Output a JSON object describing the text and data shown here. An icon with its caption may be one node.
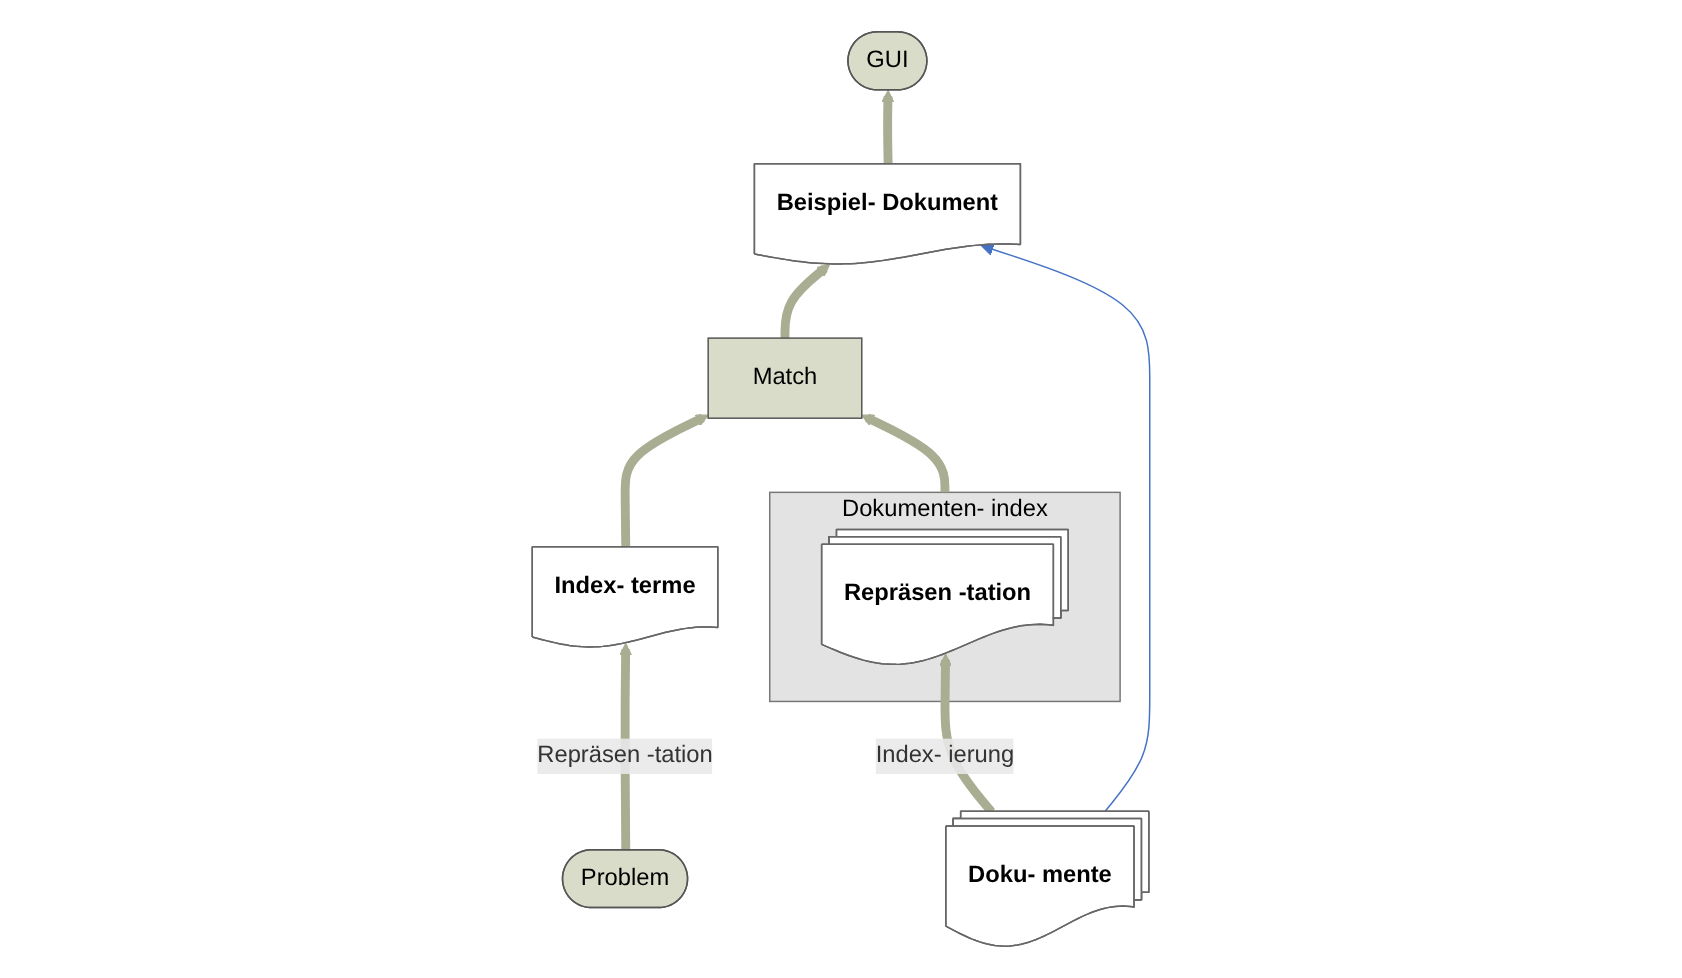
{
  "diagram": {
    "nodes": [
      {
        "text": [
          "GUI"
        ]
      },
      {
        "text": [
          "Beispiel- Dokument"
        ]
      },
      {
        "text": [
          "Match"
        ]
      },
      {
        "text": [
          "Problem"
        ]
      },
      {
        "text": [
          "Index- terme"
        ]
      },
      {
        "text": [
          "Dokumenten- index"
        ]
      },
      {
        "text": [
          "Repräsen -tation"
        ],
        "in": 5
      },
      {
        "text": [
          "Doku- mente"
        ]
      }
    ],
    "edges": [
      {
        "from": 3,
        "to": 4,
        "arrow": "to",
        "label": "Repräsen -tation"
      },
      {
        "from": 4,
        "to": 2,
        "arrow": "to"
      },
      {
        "from": 5,
        "to": 2,
        "arrow": "to"
      },
      {
        "from": 2,
        "to": 1,
        "arrow": "to"
      },
      {
        "from": 1,
        "to": 0,
        "arrow": "to"
      },
      {
        "from": 7,
        "to": 6,
        "arrow": "to",
        "label": "Index- ierung"
      },
      {
        "from": 7,
        "to": 1,
        "arrow": "to",
        "color": "#4472c4"
      }
    ]
  }
}
